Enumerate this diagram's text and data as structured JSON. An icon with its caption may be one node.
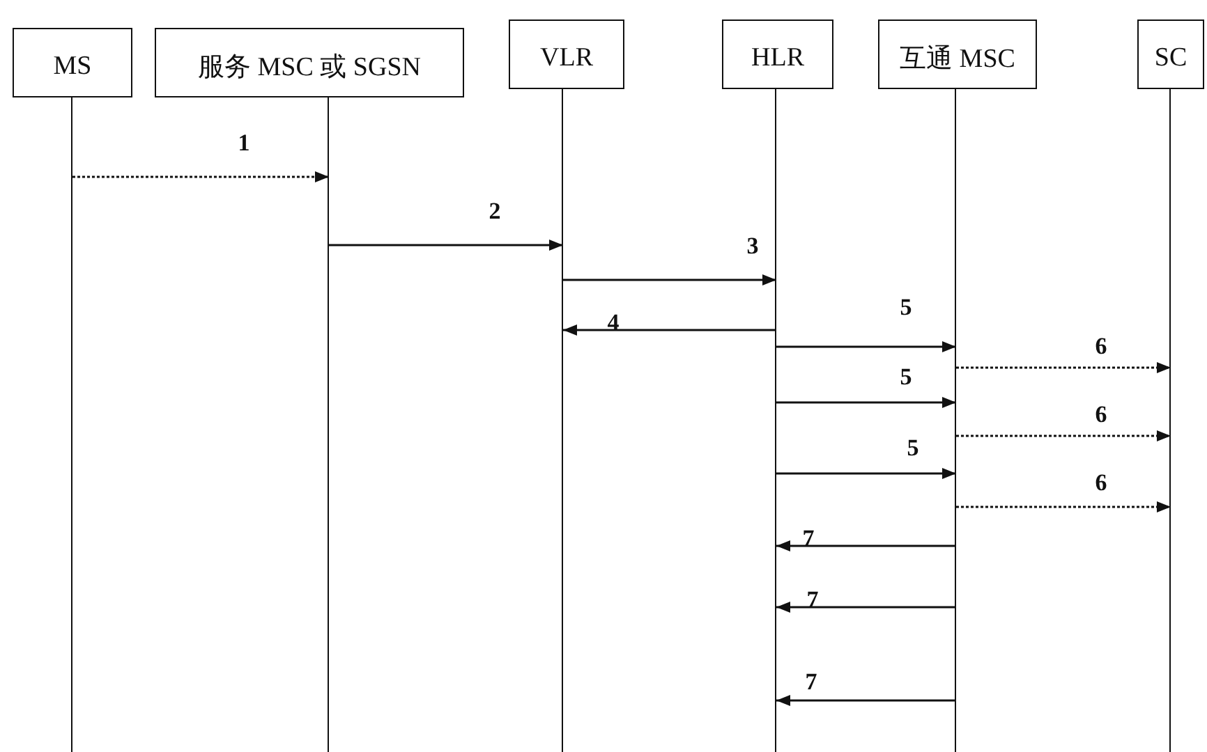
{
  "diagram": {
    "nodes": [
      {
        "text": [
          "MS"
        ]
      },
      {
        "text": [
          "服务 MSC 或 SGSN"
        ]
      },
      {
        "text": [
          "VLR"
        ]
      },
      {
        "text": [
          "HLR"
        ]
      },
      {
        "text": [
          "互通 MSC"
        ]
      },
      {
        "text": [
          "SC"
        ]
      }
    ],
    "edges": [
      {
        "from": 0,
        "to": 1,
        "arrow": "to",
        "label": "1",
        "style": "dashed"
      },
      {
        "from": 1,
        "to": 2,
        "arrow": "to",
        "label": "2"
      },
      {
        "from": 2,
        "to": 3,
        "arrow": "to",
        "label": "3"
      },
      {
        "from": 3,
        "to": 2,
        "arrow": "to",
        "label": "4"
      },
      {
        "from": 3,
        "to": 4,
        "arrow": "to",
        "label": "5"
      },
      {
        "from": 4,
        "to": 5,
        "arrow": "to",
        "label": "6",
        "style": "dashed"
      },
      {
        "from": 3,
        "to": 4,
        "arrow": "to",
        "label": "5"
      },
      {
        "from": 4,
        "to": 5,
        "arrow": "to",
        "label": "6",
        "style": "dashed"
      },
      {
        "from": 3,
        "to": 4,
        "arrow": "to",
        "label": "5"
      },
      {
        "from": 4,
        "to": 5,
        "arrow": "to",
        "label": "6",
        "style": "dashed"
      },
      {
        "from": 4,
        "to": 3,
        "arrow": "to",
        "label": "7"
      },
      {
        "from": 4,
        "to": 3,
        "arrow": "to",
        "label": "7"
      },
      {
        "from": 4,
        "to": 3,
        "arrow": "to",
        "label": "7"
      }
    ]
  }
}
